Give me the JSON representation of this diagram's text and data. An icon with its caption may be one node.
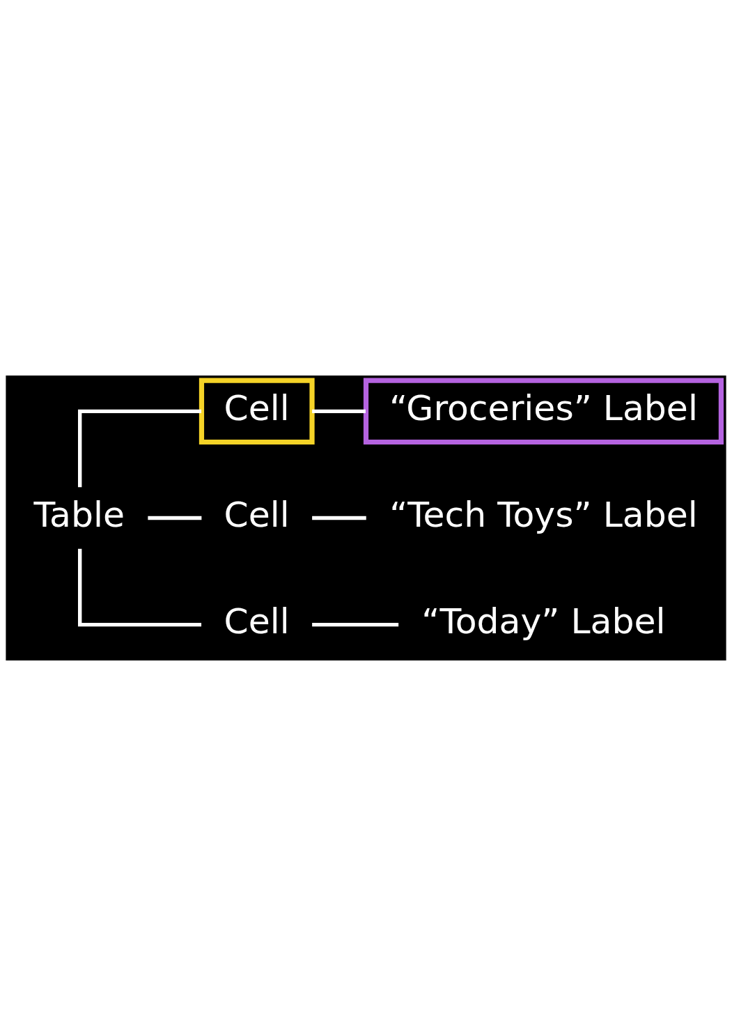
{
  "diagram": {
    "nodes": [
      {
        "text": [
          "Table"
        ]
      },
      {
        "text": [
          "Cell"
        ]
      },
      {
        "text": [
          "“Groceries” Label"
        ]
      },
      {
        "text": [
          "Cell"
        ]
      },
      {
        "text": [
          "“Tech Toys” Label"
        ]
      },
      {
        "text": [
          "Cell"
        ]
      },
      {
        "text": [
          "“Today” Label"
        ]
      }
    ],
    "edges": [
      {
        "from": 0,
        "to": 1,
        "arrow": "none"
      },
      {
        "from": 1,
        "to": 2,
        "arrow": "none"
      },
      {
        "from": 0,
        "to": 3,
        "arrow": "none"
      },
      {
        "from": 3,
        "to": 4,
        "arrow": "none"
      },
      {
        "from": 0,
        "to": 5,
        "arrow": "none"
      },
      {
        "from": 5,
        "to": 6,
        "arrow": "none"
      }
    ]
  }
}
